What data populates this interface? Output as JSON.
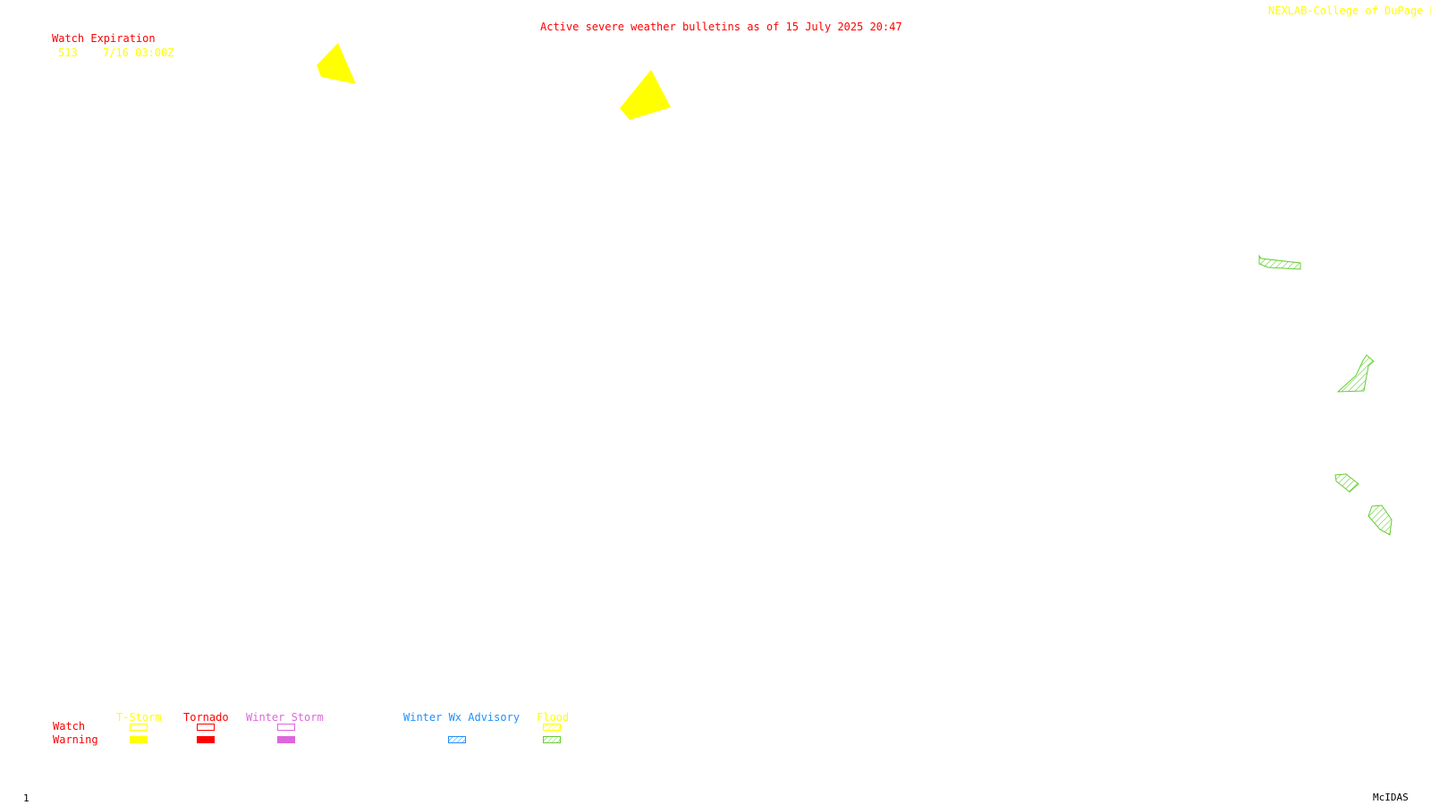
{
  "header": {
    "title": "Active severe weather bulletins as of 15 July 2025 20:47",
    "source": "NEXLAB-College of DuPage R"
  },
  "watch_expiration": {
    "heading": "Watch Expiration",
    "entries": [
      {
        "number": "513",
        "expires": "7/16 03:00Z"
      }
    ]
  },
  "legend": {
    "row_labels": {
      "watch": "Watch",
      "warning": "Warning"
    },
    "columns": [
      {
        "label": "T-Storm",
        "color": "#ffff00"
      },
      {
        "label": "Tornado",
        "color": "#ff0000"
      },
      {
        "label": "Winter Storm",
        "color": "#dd66dd"
      },
      {
        "label": "Winter Wx Advisory",
        "color": "#1e90ff"
      },
      {
        "label": "Flood",
        "color": "#ffff00",
        "warning_color": "#66cc33"
      }
    ]
  },
  "footer": {
    "frame_number": "1",
    "software": "McIDAS"
  },
  "colors": {
    "title": "#ff0000",
    "source": "#ffff00",
    "tstorm_warning": "#ffff00",
    "flood_warning": "#66cc33",
    "background": "#ffffff"
  }
}
